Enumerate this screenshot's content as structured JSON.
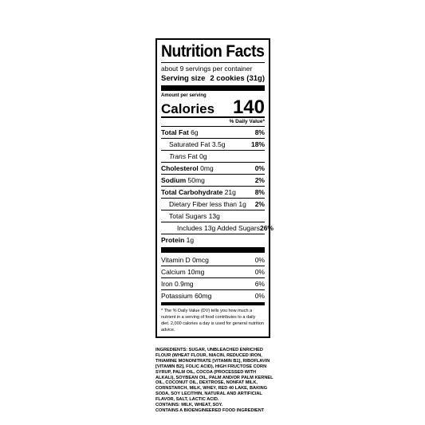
{
  "label": {
    "title": "Nutrition Facts",
    "servings": "about 9 servings per container",
    "serving_size_label": "Serving size",
    "serving_size_value": "2 cookies (31g)",
    "amount_per_serving": "Amount per serving",
    "calories_label": "Calories",
    "calories_value": "140",
    "dv_header": "% Daily Value*",
    "nutrients": [
      {
        "name": "Total Fat",
        "amount": "6g",
        "dv": "8%"
      },
      {
        "name": "Saturated Fat",
        "amount": "3.5g",
        "dv": "18%"
      },
      {
        "name": "Trans",
        "amount": "Fat 0g",
        "dv": ""
      },
      {
        "name": "Cholesterol",
        "amount": "0mg",
        "dv": "0%"
      },
      {
        "name": "Sodium",
        "amount": "50mg",
        "dv": "2%"
      },
      {
        "name": "Total Carbohydrate",
        "amount": "21g",
        "dv": "8%"
      },
      {
        "name": "Dietary Fiber less than",
        "amount": "1g",
        "dv": "2%"
      },
      {
        "name": "Total Sugars",
        "amount": "13g",
        "dv": ""
      },
      {
        "name": "Includes 13g Added Sugars",
        "amount": "",
        "dv": "26%"
      },
      {
        "name": "Protein",
        "amount": "1g",
        "dv": ""
      }
    ],
    "vitamins": [
      {
        "name": "Vitamin D",
        "amount": "0mcg",
        "dv": "0%"
      },
      {
        "name": "Calcium",
        "amount": "10mg",
        "dv": "0%"
      },
      {
        "name": "Iron",
        "amount": "0.9mg",
        "dv": "6%"
      },
      {
        "name": "Potassium",
        "amount": "60mg",
        "dv": "0%"
      }
    ],
    "footnote": "* The % Daily Value (DV) tells you how much a nutrient in a serving of food contributes to a daily diet. 2,000 calories a day is used for general nutrition advice."
  },
  "ingredients": {
    "text": "INGREDIENTS: SUGAR, UNBLEACHED ENRICHED FLOUR (WHEAT FLOUR, NIACIN, REDUCED IRON, THIAMINE MONONITRATE [VITAMIN B1], RIBOFLAVIN [VITAMIN B2], FOLIC ACID), HIGH FRUCTOSE CORN SYRUP, PALM OIL, COCOA (PROCESSED WITH ALKALI), SOYBEAN OIL, PALM AND/OR PALM KERNEL OIL, COCONUT OIL, DEXTROSE, NONFAT MILK, CORNSTARCH, MILK, WHEY, RED 40 LAKE, BAKING SODA, SOY LECITHIN, NATURAL AND ARTIFICIAL FLAVOR, SALT, LACTIC ACID.",
    "contains": "CONTAINS: MILK, WHEAT, SOY.",
    "bioengineered": "CONTAINS A BIOENGINEERED FOOD INGREDIENT"
  }
}
